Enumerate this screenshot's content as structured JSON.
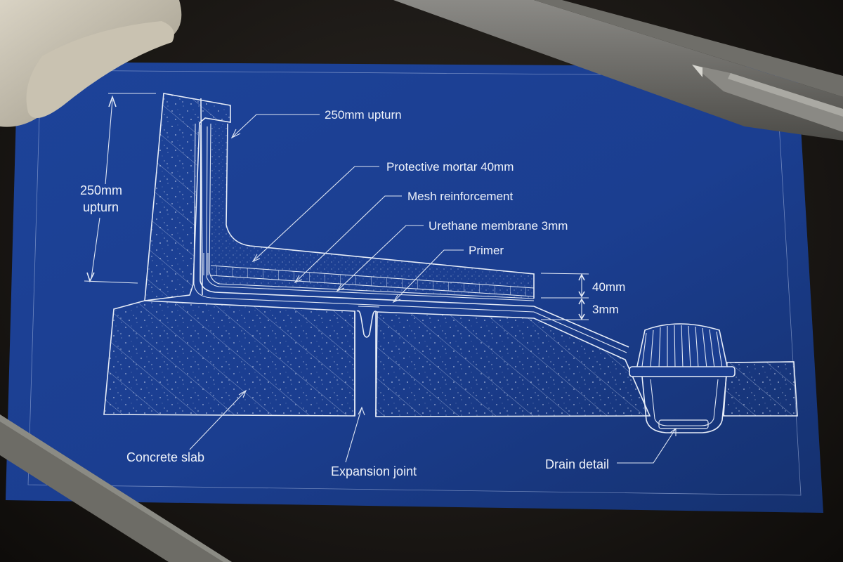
{
  "labels": {
    "upturn_top": "250mm upturn",
    "upturn_dim_line1": "250mm",
    "upturn_dim_line2": "upturn",
    "protective_mortar": "Protective mortar 40mm",
    "mesh": "Mesh reinforcement",
    "membrane": "Urethane membrane 3mm",
    "primer": "Primer",
    "dim_40": "40mm",
    "dim_3": "3mm",
    "concrete_slab": "Concrete slab",
    "expansion_joint": "Expansion joint",
    "drain_detail": "Drain detail"
  },
  "colors": {
    "blueprint_paper": "#1b3f93",
    "line_color": "#e6ecf7",
    "desk": "#1a1714"
  },
  "props": {
    "paper_roll": "paper-roll",
    "ruler": "steel-ruler",
    "pencil": "mechanical-pencil",
    "triangle": "set-square"
  }
}
